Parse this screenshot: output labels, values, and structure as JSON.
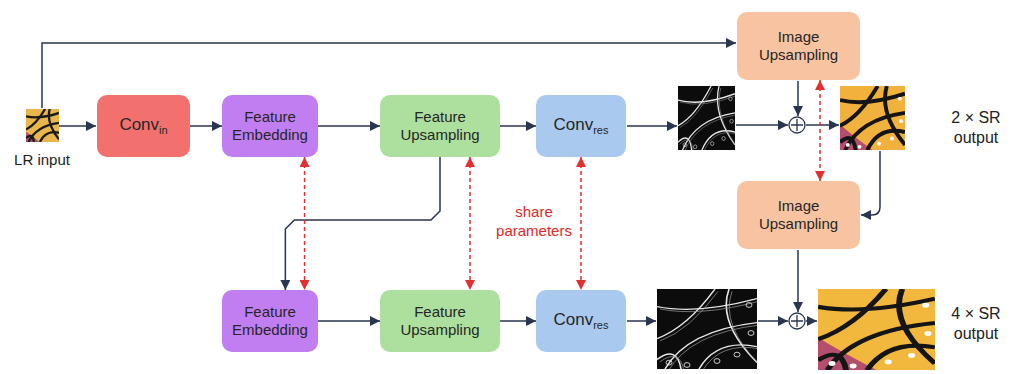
{
  "diagram": {
    "nodes": [
      {
        "text": [
          "Image Upsampling"
        ]
      },
      {
        "text": [
          "Conv",
          "in"
        ]
      },
      {
        "text": [
          "Feature Embedding"
        ]
      },
      {
        "text": [
          "Feature Upsampling"
        ]
      },
      {
        "text": [
          "Conv",
          "res"
        ]
      },
      {
        "text": [
          "Image Upsampling"
        ]
      },
      {
        "text": [
          "Feature Embedding"
        ]
      },
      {
        "text": [
          "Feature Upsampling"
        ]
      },
      {
        "text": [
          "Conv",
          "res"
        ]
      }
    ],
    "edges": [
      {
        "from": 1,
        "to": 2,
        "arrow": "to"
      },
      {
        "from": 2,
        "to": 3,
        "arrow": "to"
      },
      {
        "from": 3,
        "to": 4,
        "arrow": "to"
      },
      {
        "from": 3,
        "to": 6,
        "arrow": "to"
      },
      {
        "from": 6,
        "to": 7,
        "arrow": "to"
      },
      {
        "from": 7,
        "to": 8,
        "arrow": "to"
      },
      {
        "from": 2,
        "to": 6,
        "arrow": "both"
      },
      {
        "from": 3,
        "to": 7,
        "arrow": "both"
      },
      {
        "from": 4,
        "to": 8,
        "arrow": "both"
      },
      {
        "from": 0,
        "to": 5,
        "arrow": "both"
      }
    ],
    "labels": [
      "LR input",
      "2 × SR output",
      "share parameters",
      "4 × SR output"
    ]
  }
}
